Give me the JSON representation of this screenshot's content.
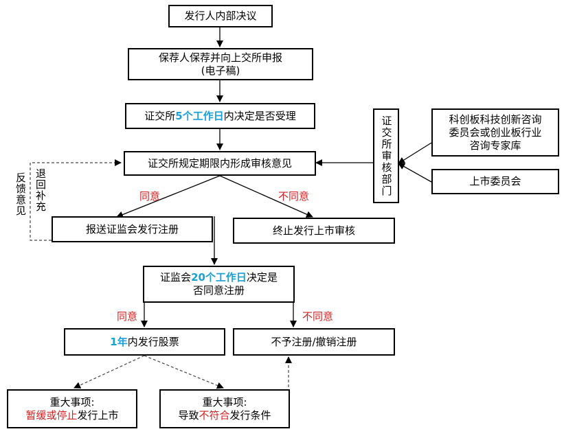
{
  "nodes": {
    "n1": "发行人内部决议",
    "n2_line1": "保荐人保荐并向上交所申报",
    "n2_line2": "(电子稿)",
    "n3_pre": "证交所",
    "n3_highlight": "5个工作日",
    "n3_post": "内决定是否受理",
    "n4": "证交所规定期限内形成审核意见",
    "dept": "证交所审核部门",
    "expert_line1": "科创板科技创新咨询",
    "expert_line2": "委员会或创业板行业",
    "expert_line3": "咨询专家库",
    "listing_committee": "上市委员会",
    "submit": "报送证监会发行注册",
    "terminate": "终止发行上市审核",
    "csrc_pre": "证监会",
    "csrc_highlight": "20个工作日",
    "csrc_post": "决定是",
    "csrc_line2": "否同意注册",
    "issue_highlight": "1年",
    "issue_post": "内发行股票",
    "reject": "不予注册/撤销注册",
    "major1_line1": "重大事项:",
    "major1_red": "暂缓或停止",
    "major1_post": "发行上市",
    "major2_line1": "重大事项:",
    "major2_pre": "导致",
    "major2_red": "不符合",
    "major2_post": "发行条件"
  },
  "labels": {
    "agree1": "同意",
    "disagree1": "不同意",
    "agree2": "同意",
    "disagree2": "不同意",
    "feedback": "反馈意见",
    "return": "退回补充"
  },
  "colors": {
    "highlight": "#1aa0d8",
    "negative": "#d42020"
  }
}
